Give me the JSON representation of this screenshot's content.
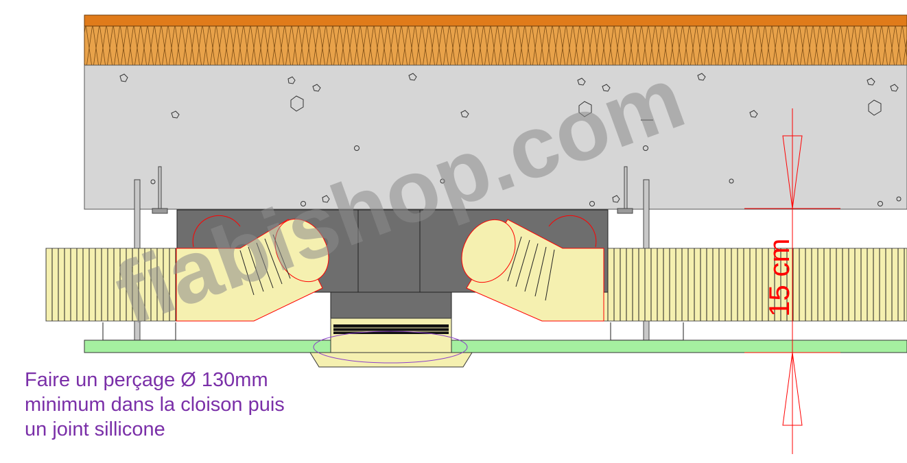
{
  "watermark": "fiabishop.com",
  "dimension_label": "15 cm",
  "note_lines": [
    "Faire un perçage Ø 130mm",
    "minimum dans la cloison puis",
    "un joint sillicone"
  ],
  "colors": {
    "roof": "#e07b1a",
    "insulation": "#e8a24a",
    "concrete": "#d6d6d6",
    "duct": "#f5f0b0",
    "plenum": "#6e6e6e",
    "plasterboard": "#a5f0a0",
    "dimension": "#ff0000",
    "note": "#7a2fa8",
    "watermark": "#8c8c8c"
  }
}
